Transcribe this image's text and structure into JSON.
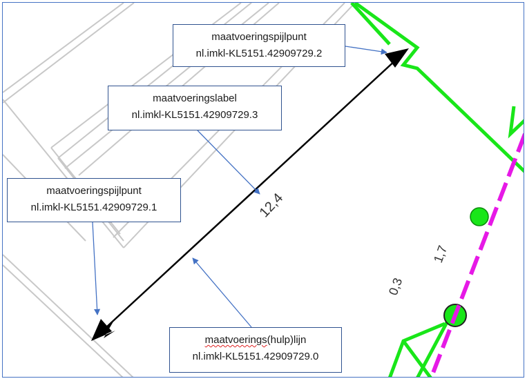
{
  "callouts": {
    "arrow_point_top": {
      "title": "maatvoeringspijlpunt",
      "id": "nl.imkl-KL5151.42909729.2"
    },
    "label": {
      "title": "maatvoeringslabel",
      "id": "nl.imkl-KL5151.42909729.3"
    },
    "arrow_point_bottom": {
      "title": "maatvoeringspijlpunt",
      "id": "nl.imkl-KL5151.42909729.1"
    },
    "line": {
      "title_main": "maatvoerings",
      "title_suffix": "(hulp)lijn",
      "id": "nl.imkl-KL5151.42909729.0"
    }
  },
  "map": {
    "dimension_label": "12,4",
    "label_a": "1,7",
    "label_b": "0,3",
    "colors": {
      "cable": "#19e619",
      "dashed_line": "#e619e6",
      "dimension": "#000000",
      "building": "#c8c8c8",
      "connector": "#4472c4"
    }
  }
}
